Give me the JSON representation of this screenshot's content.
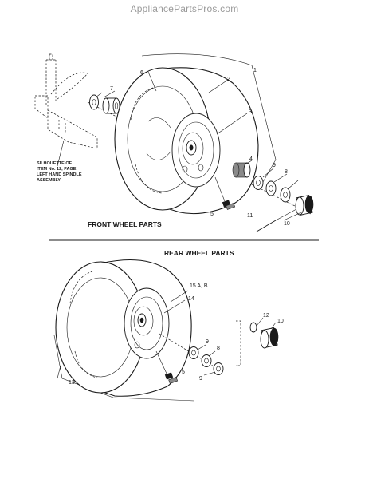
{
  "watermark": "AppliancePartsPros.com",
  "sections": {
    "front_title": "FRONT WHEEL PARTS",
    "rear_title": "REAR WHEEL PARTS"
  },
  "silhouette_note": {
    "line1": "SILHOUETTE OF",
    "line2": "ITEM No. 12, PAGE",
    "line3": "LEFT HAND SPINDLE",
    "line4": "ASSEMBLY"
  },
  "front_callouts": {
    "c1": "1",
    "c2": "2",
    "c3": "3",
    "c4": "4",
    "c5": "5",
    "c6": "6",
    "c7": "7",
    "c8": "8",
    "c9": "9",
    "c10": "10",
    "c11": "11"
  },
  "rear_callouts": {
    "c5": "5",
    "c8": "8",
    "c9a": "9",
    "c9b": "9",
    "c10": "10",
    "c12": "12",
    "c13": "13",
    "c14": "14",
    "c15": "15 A, B"
  }
}
